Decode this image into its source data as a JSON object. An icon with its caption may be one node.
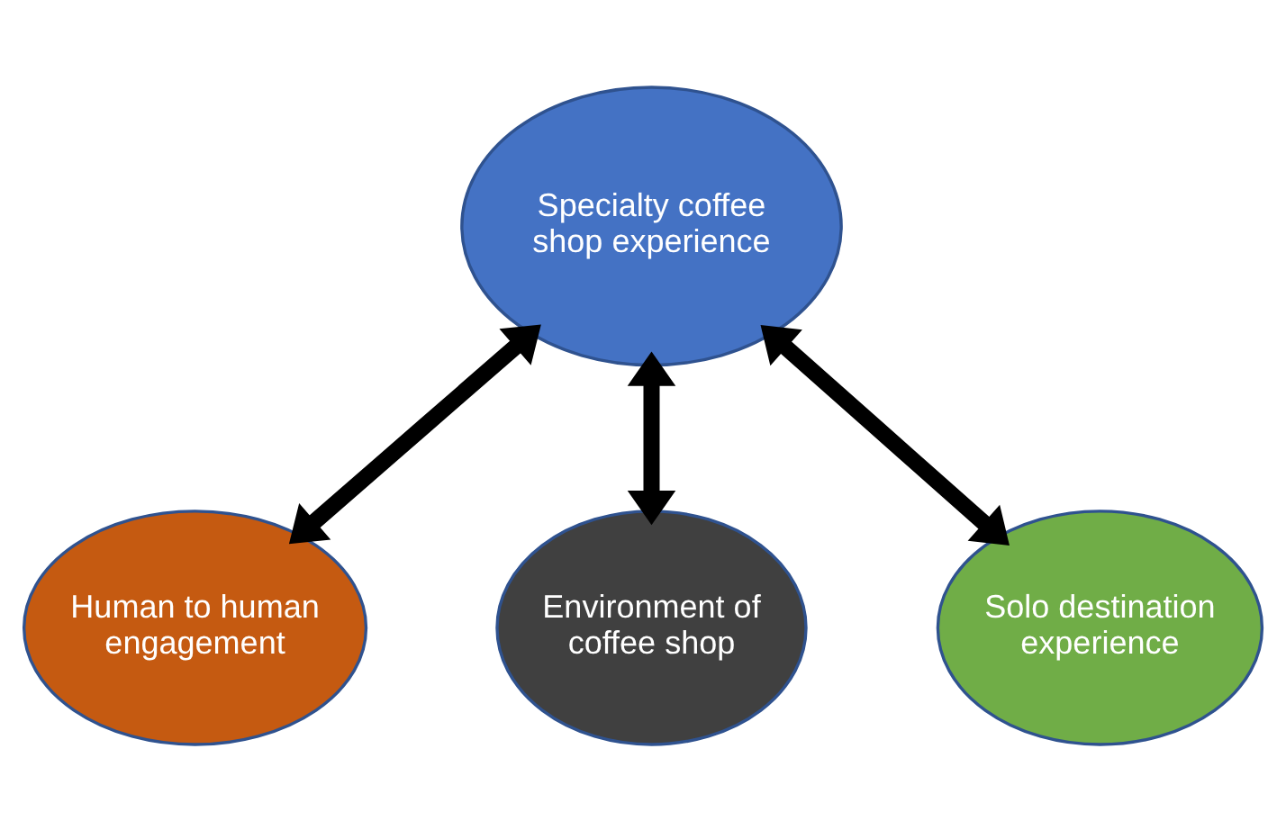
{
  "diagram": {
    "nodes": [
      {
        "text": [
          "Specialty coffee shop experience"
        ]
      },
      {
        "text": [
          "Human to human engagement"
        ]
      },
      {
        "text": [
          "Environment of coffee shop"
        ]
      },
      {
        "text": [
          "Solo destination experience"
        ]
      }
    ],
    "edges": [
      {
        "from": 0,
        "to": 1,
        "arrow": "both"
      },
      {
        "from": 0,
        "to": 2,
        "arrow": "both"
      },
      {
        "from": 0,
        "to": 3,
        "arrow": "both"
      }
    ]
  }
}
